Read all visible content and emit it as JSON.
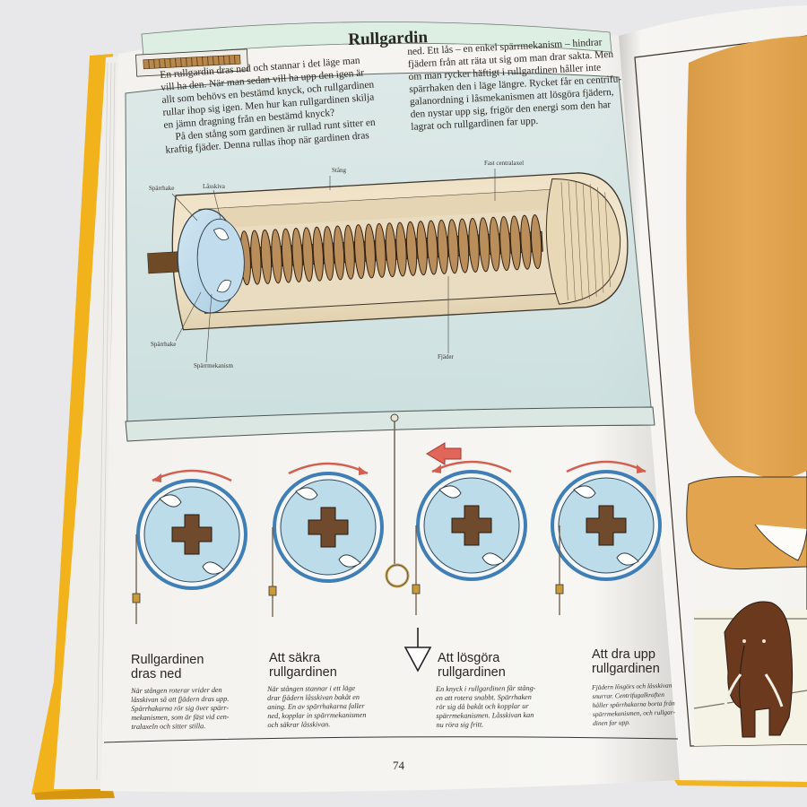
{
  "title": "Rullgardin",
  "intro_left": [
    "En rullgardin dras ned och stannar i det läge man",
    "vill ha den. När man sedan vill ha upp den igen är",
    "allt som behövs en bestämd knyck, och rullgardinen",
    "rullar ihop sig igen. Men hur kan rullgardinen skilja",
    "en jämn dragning från en bestämd knyck?",
    "På den stång som gardinen är rullad runt sitter en",
    "kraftig fjäder. Denna rullas ihop när gardinen dras"
  ],
  "intro_right": [
    "ned. Ett lås – en enkel spärrmekanism – hindrar",
    "fjädern från att räta ut sig om man drar sakta. Men",
    "om man rycker häftigt i rullgardinen håller inte",
    "spärrhaken den i läge längre. Rycket får en centrifu-",
    "galanordning i låsmekanismen att lösgöra fjädern,",
    "den nystar upp sig, frigör den energi som den har",
    "lagrat och rullgardinen far upp."
  ],
  "labels": {
    "stang": "Stång",
    "axel": "Fast centralaxel",
    "sparrhake_top": "Spärrhake",
    "lasskiva": "Låsskiva",
    "sparrhake_bottom": "Spärrhake",
    "sparrmekanism": "Spärrmekanism",
    "fjader": "Fjäder"
  },
  "panels": [
    {
      "title": [
        "Rullgardinen",
        "dras ned"
      ],
      "caption": [
        "När stången roterar vrider den",
        "låsskivan så att fjädern dras upp.",
        "Spärrhakarna rör sig över spärr-",
        "mekanismen, som är fäst vid cen-",
        "tralaxeln och sitter stilla."
      ]
    },
    {
      "title": [
        "Att säkra",
        "rullgardinen"
      ],
      "caption": [
        "När stången stannar i ett läge",
        "drar fjädern låsskivan bakåt en",
        "aning. En av spärrhakarna faller",
        "ned, kopplar in spärrmekanismen",
        "och säkrar låsskivan."
      ]
    },
    {
      "title": [
        "Att lösgöra",
        "rullgardinen"
      ],
      "caption": [
        "En knyck i rullgardinen får stång-",
        "en att rotera snabbt. Spärrhaken",
        "rör sig då bakåt och kopplar ur",
        "spärrmekanismen. Låsskivan kan",
        "nu röra sig fritt."
      ]
    },
    {
      "title": [
        "Att dra upp",
        "rullgardinen"
      ],
      "caption": [
        "Fjädern lösgörs och låsskivan",
        "snurrar. Centrifugalkraften",
        "håller spärrhakarna borta från",
        "spärrmekanismen, och rullgar-",
        "dinen far upp."
      ]
    }
  ],
  "page_number": "74"
}
